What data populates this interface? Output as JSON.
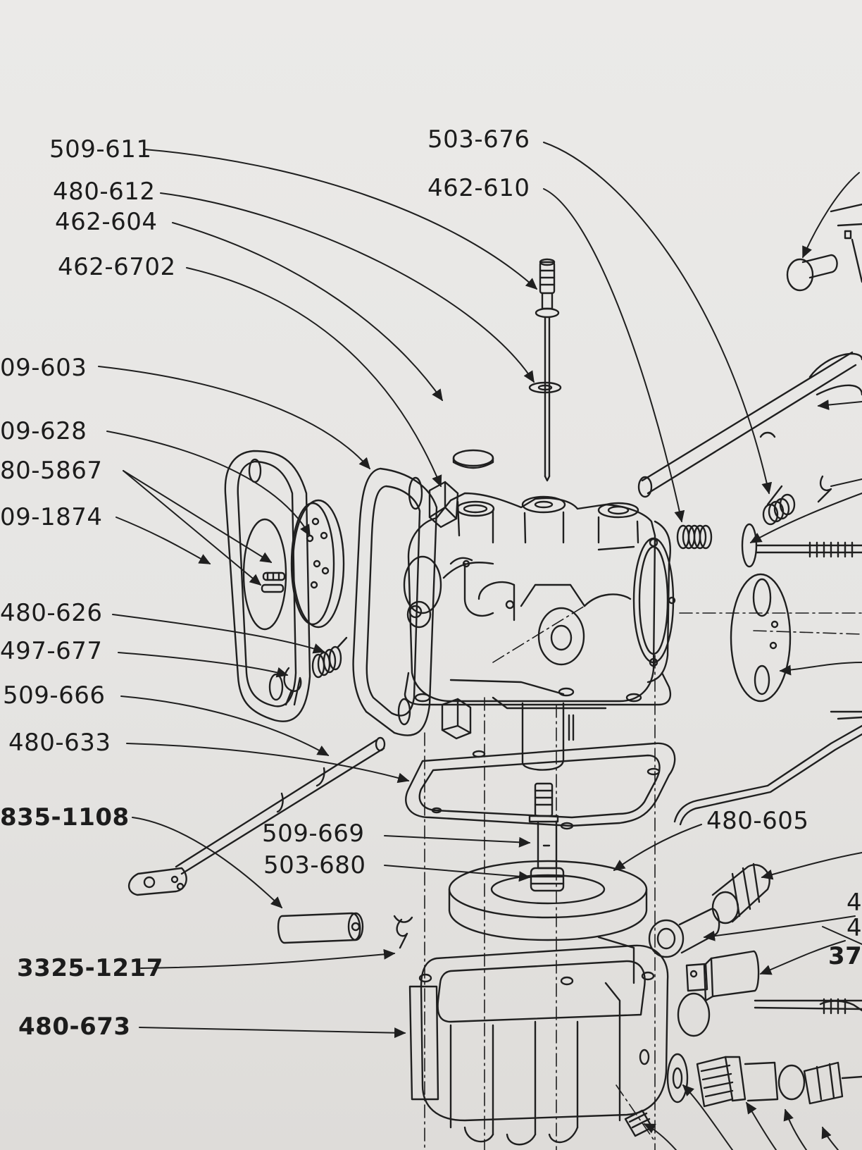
{
  "labels": {
    "l509_611": "509-611",
    "l480_612": "480-612",
    "l462_604": "462-604",
    "l462_6702": "462-6702",
    "l09_603": "09-603",
    "l09_628": "09-628",
    "l80_5867": "80-5867",
    "l09_1874": "09-1874",
    "l480_626": "480-626",
    "l497_677": "497-677",
    "l509_666": "509-666",
    "l480_633": "480-633",
    "l835_1108": "835-1108",
    "l3325_1217": "3325-1217",
    "l480_673": "480-673",
    "l503_676": "503-676",
    "l462_610": "462-610",
    "l509_669": "509-669",
    "l503_680": "503-680",
    "l480_605": "480-605",
    "r4a": "4",
    "r4b": "4",
    "r37": "37"
  }
}
